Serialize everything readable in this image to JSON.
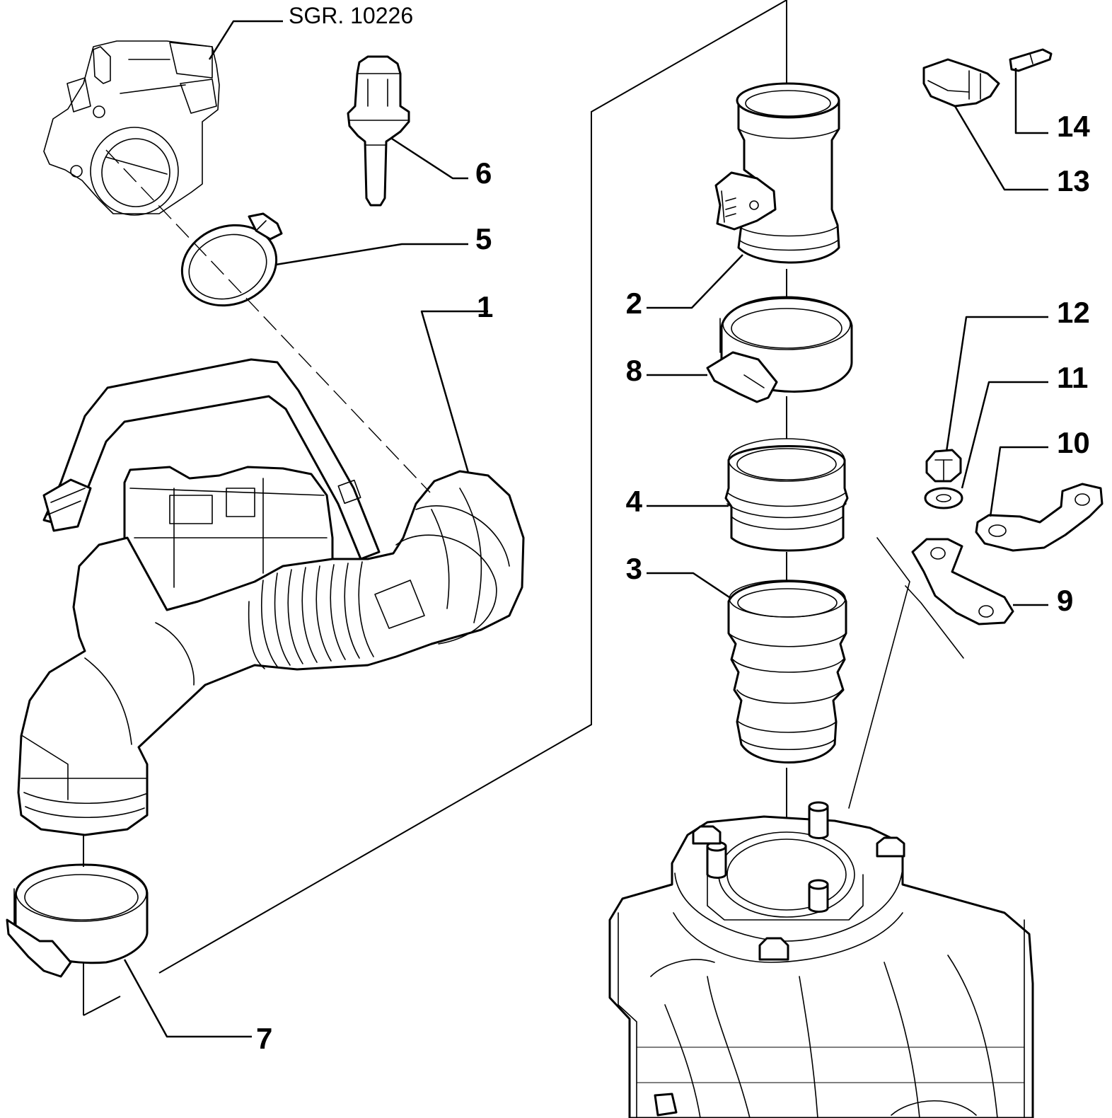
{
  "diagram": {
    "reference_label": "SGR. 10226",
    "callouts": {
      "c1": "1",
      "c2": "2",
      "c3": "3",
      "c4": "4",
      "c5": "5",
      "c6": "6",
      "c7": "7",
      "c8": "8",
      "c9": "9",
      "c10": "10",
      "c11": "11",
      "c12": "12",
      "c13": "13",
      "c14": "14"
    }
  }
}
